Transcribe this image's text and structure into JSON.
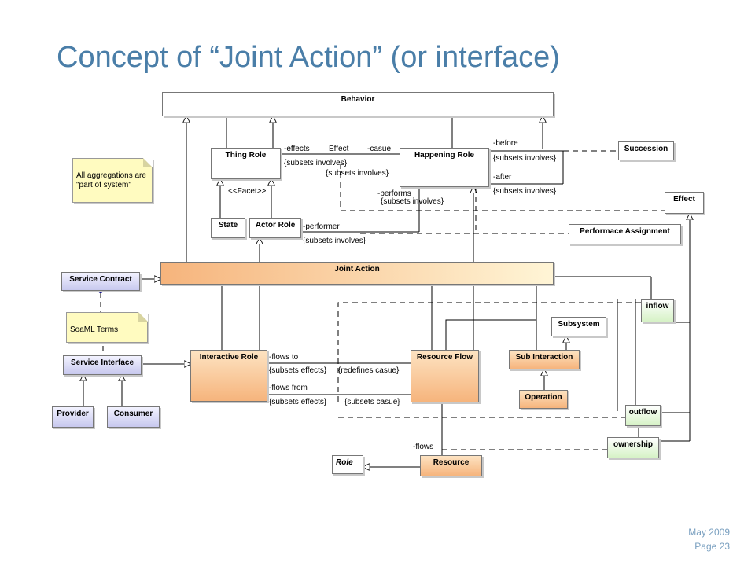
{
  "slide": {
    "title": "Concept of “Joint Action” (or interface)",
    "footer_date": "May 2009",
    "footer_page": "Page 23"
  },
  "classes": {
    "behavior": "Behavior",
    "thing_role": "Thing Role",
    "happening_role": "Happening Role",
    "succession": "Succession",
    "effect": "Effect",
    "state": "State",
    "actor_role": "Actor Role",
    "performance_assignment": "Performace Assignment",
    "joint_action": "Joint Action",
    "service_contract": "Service Contract",
    "inflow": "inflow",
    "subsystem": "Subsystem",
    "service_interface": "Service Interface",
    "interactive_role": "Interactive Role",
    "resource_flow": "Resource Flow",
    "sub_interaction": "Sub Interaction",
    "operation": "Operation",
    "outflow": "outflow",
    "provider": "Provider",
    "consumer": "Consumer",
    "ownership": "ownership",
    "role": "Role",
    "resource": "Resource"
  },
  "notes": {
    "aggregations": "All aggregations are \"part of system\"",
    "soaml": "SoaML Terms"
  },
  "labels": {
    "effects": "-effects",
    "effect_name": "Effect",
    "casue": "-casue",
    "subsets_involves_1": "{subsets involves}",
    "subsets_involves_2": "{subsets involves}",
    "facet": "<<Facet>>",
    "performs": "-performs",
    "subsets_involves_3": "{subsets involves}",
    "before": "-before",
    "subsets_involves_4": "{subsets involves}",
    "after": "-after",
    "subsets_involves_5": "{subsets involves}",
    "performer": "-performer",
    "subsets_involves_6": "{subsets involves}",
    "flows_to": "-flows to",
    "subsets_effects_1": "{subsets effects}",
    "redefines_casue": "{redefines casue}",
    "flows_from": "-flows from",
    "subsets_effects_2": "{subsets effects}",
    "subsets_casue": "{subsets casue}",
    "flows": "-flows"
  },
  "colors": {
    "title": "#4a7ea8",
    "footer": "#7aa0c0",
    "orange_class": "#f6b47c",
    "blue_class": "#c7c8ee",
    "green_class": "#d6f2c6",
    "note": "#fffbc0"
  }
}
